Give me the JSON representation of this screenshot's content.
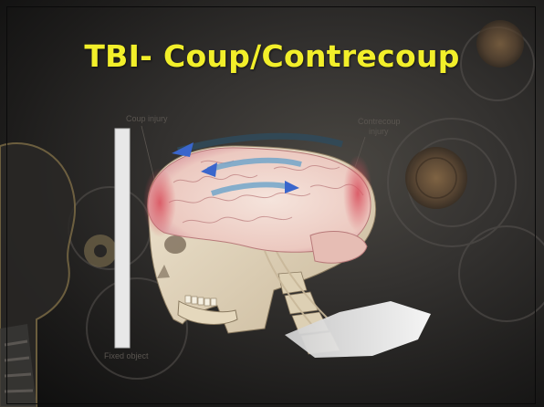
{
  "slide": {
    "title": "TBI- Coup/Contrecoup"
  },
  "illustration": {
    "label_coup": "Coup injury",
    "label_contrecoup": "Contrecoup",
    "label_contrecoup_2": "injury",
    "label_fixed_object": "Fixed object"
  },
  "colors": {
    "title": "#f2ef2a",
    "background": "#2e2c2a",
    "brain": "#f0d9cf",
    "injury": "#d9707a",
    "bone": "#e8dcc4",
    "arrow": "#3a66cc"
  }
}
